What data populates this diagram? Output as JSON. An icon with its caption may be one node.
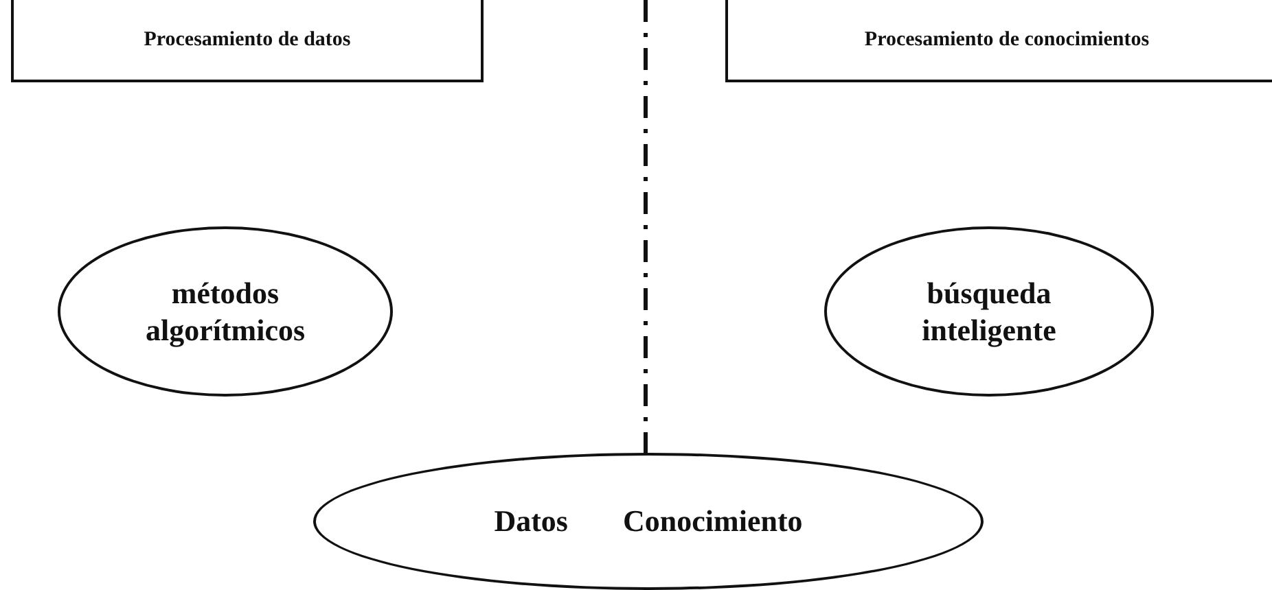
{
  "diagram": {
    "nodes": [
      {
        "text": [
          "Procesamiento de datos"
        ]
      },
      {
        "text": [
          "Procesamiento de conocimientos"
        ]
      },
      {
        "text": [
          "métodos algorítmicos"
        ]
      },
      {
        "text": [
          "búsqueda inteligente"
        ]
      },
      {
        "text": [
          "Datos",
          "Conocimiento"
        ]
      }
    ]
  }
}
